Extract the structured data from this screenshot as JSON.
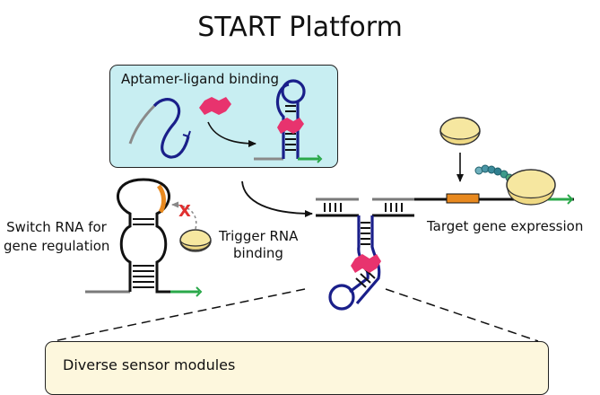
{
  "title": "START Platform",
  "aptamer_panel": {
    "label": "Aptamer-ligand binding"
  },
  "switch_panel": {
    "label_line1": "Switch RNA for",
    "label_line2": "gene regulation",
    "block_mark": "X"
  },
  "trigger": {
    "label_line1": "Trigger RNA",
    "label_line2": "binding"
  },
  "target": {
    "label": "Target gene expression"
  },
  "sensor_panel": {
    "label": "Diverse sensor modules"
  },
  "colors": {
    "strand": "#1a1f8a",
    "ligand": "#e8336e",
    "ribosome_fill": "#f6e7a0",
    "rbs_orange": "#e8891f",
    "start_green": "#2aa84a",
    "gray_strand": "#7a7a7a",
    "peptide": "#3a8a9a",
    "aptamer_bg": "#c8eef2",
    "sensor_bg": "#fdf7dd"
  }
}
